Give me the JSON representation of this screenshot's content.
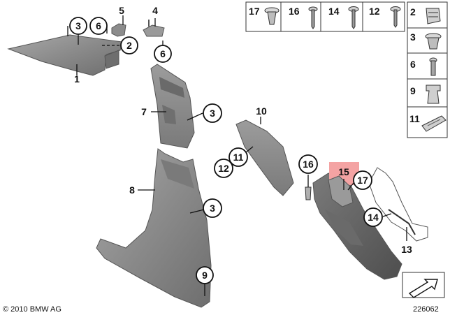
{
  "callouts": {
    "n1": "1",
    "n2": "2",
    "n3": "3",
    "n4": "4",
    "n5": "5",
    "n6": "6",
    "n7": "7",
    "n8": "8",
    "n9": "9",
    "n10": "10",
    "n11": "11",
    "n12": "12",
    "n13": "13",
    "n14": "14",
    "n15": "15",
    "n16": "16",
    "n17": "17"
  },
  "legend": {
    "top_row": [
      "17",
      "16",
      "14",
      "12"
    ],
    "right_column": [
      "2",
      "3",
      "6",
      "9",
      "11"
    ]
  },
  "footer": {
    "copyright": "© 2010 BMW AG",
    "diagram_number": "226062"
  },
  "colors": {
    "highlight": "#f4a3a3",
    "trim_gray": "#8c8c8c"
  }
}
